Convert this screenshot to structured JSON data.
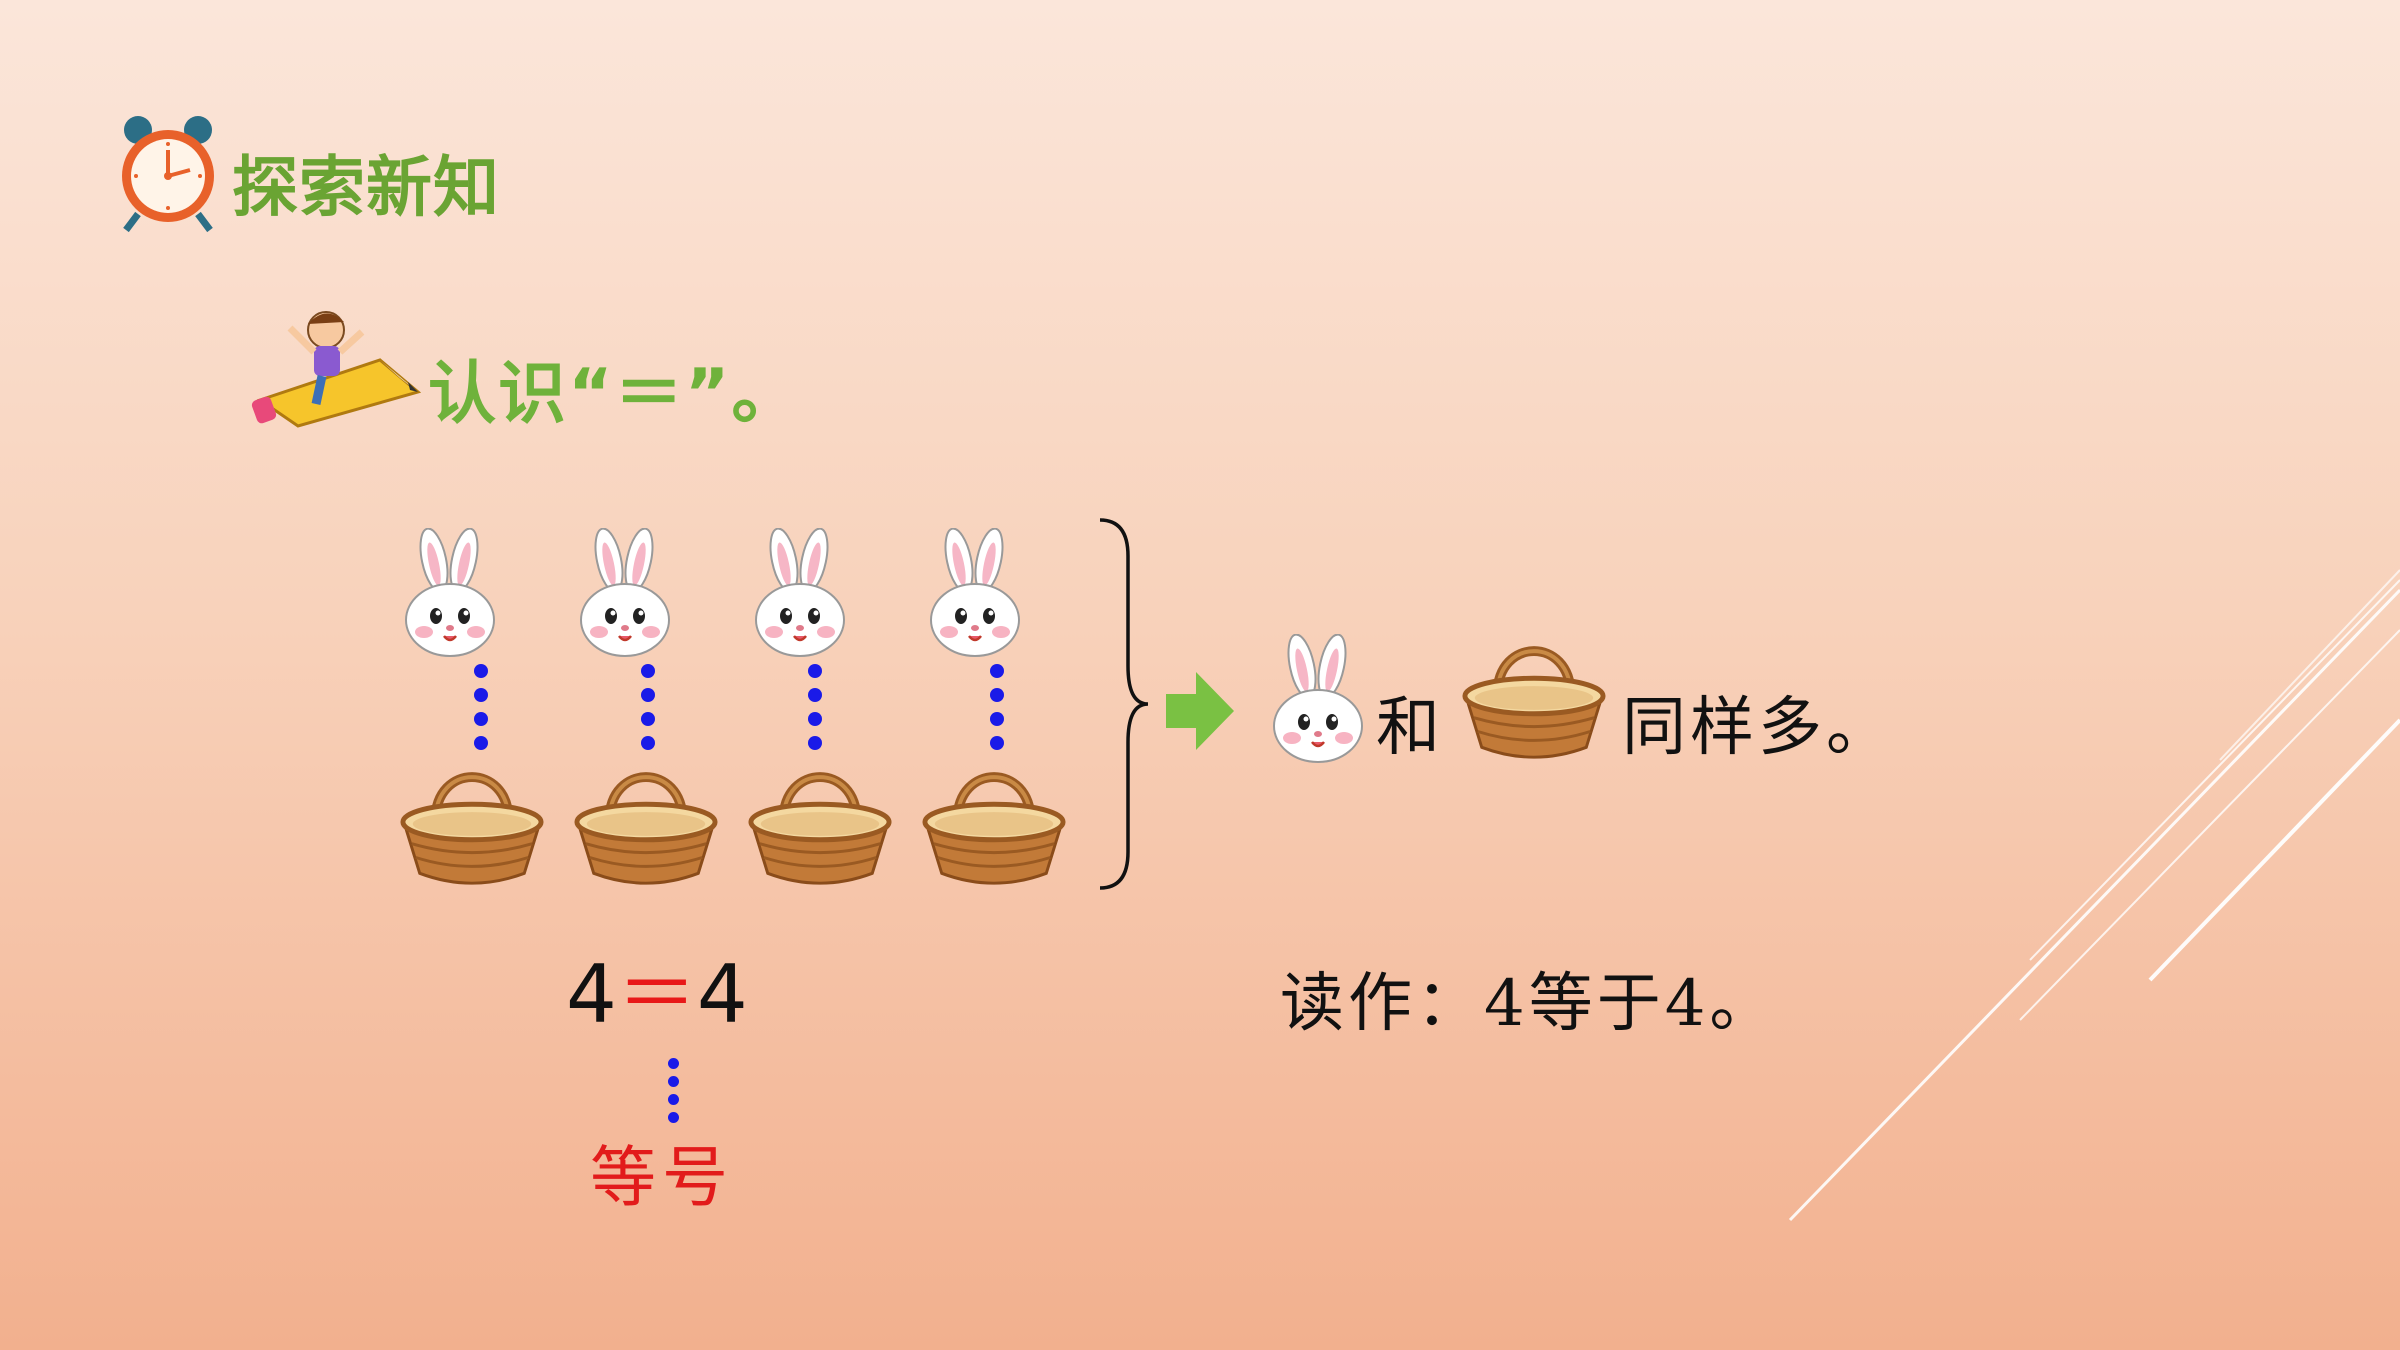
{
  "section": {
    "title": "探索新知",
    "icon": "alarm-clock-icon"
  },
  "topic": {
    "label": "认识“＝”。",
    "icon": "kid-on-pencil-icon"
  },
  "groups": {
    "rabbit_count": 4,
    "basket_count": 4,
    "rabbit_icon": "rabbit-icon",
    "basket_icon": "basket-icon"
  },
  "conclusion": {
    "word_and": "和",
    "word_same": "同样多。",
    "arrow_icon": "green-arrow-icon",
    "accent": "#7ac143"
  },
  "equation": {
    "left": "4",
    "sign": "＝",
    "right": "4"
  },
  "reading": {
    "text": "读作：4等于4。"
  },
  "equal_sign_label": {
    "text": "等号"
  }
}
